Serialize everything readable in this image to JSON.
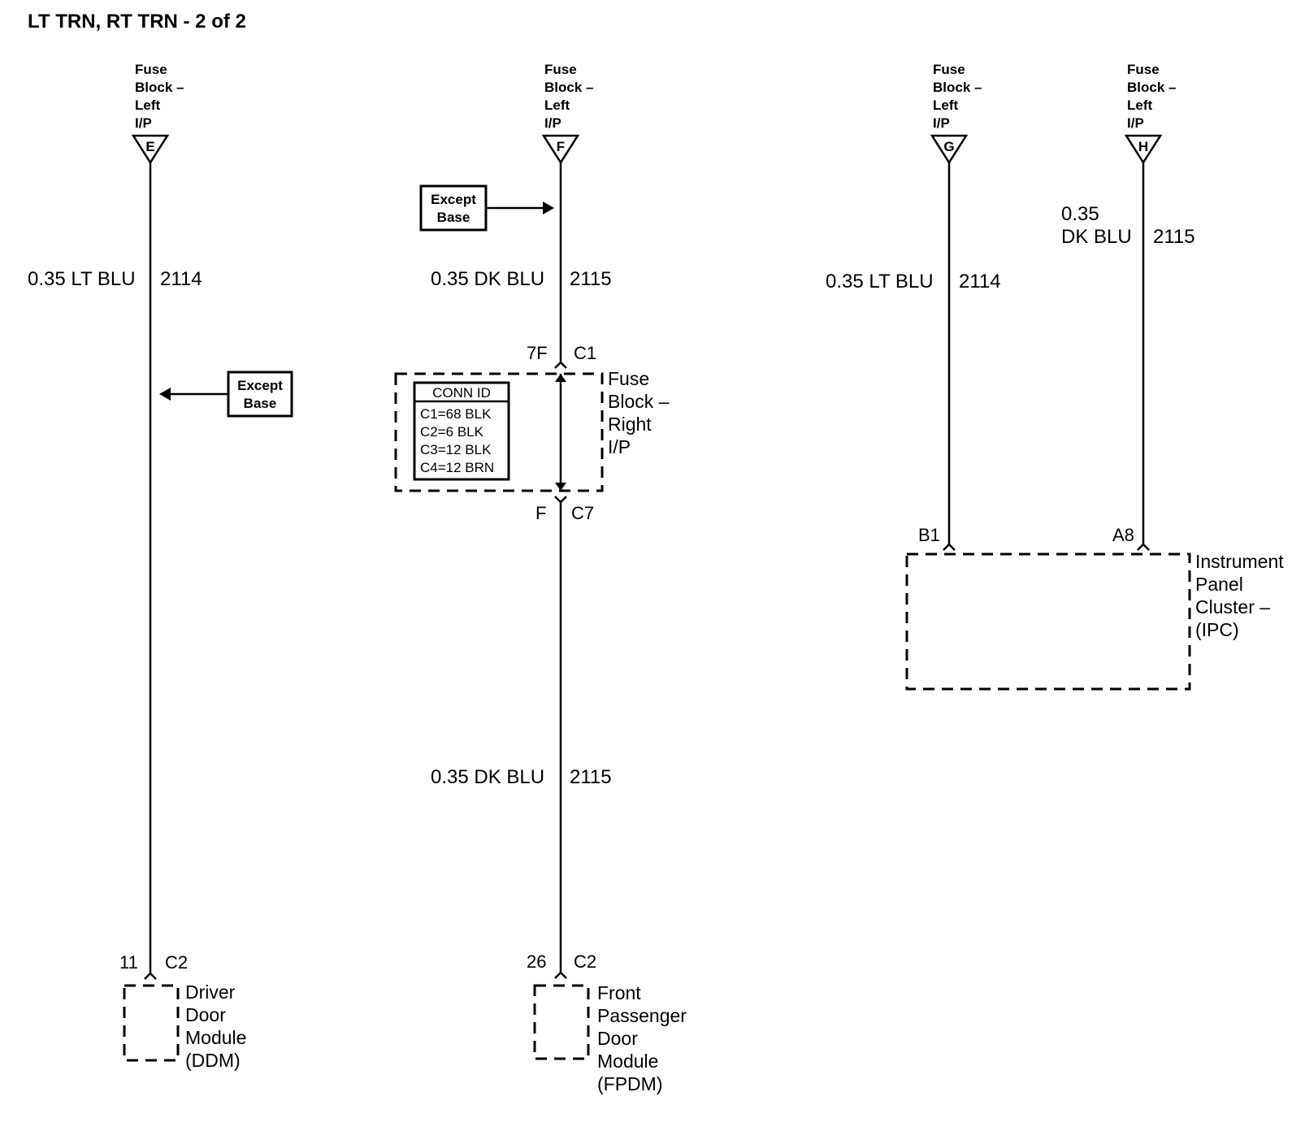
{
  "title": "LT TRN, RT TRN - 2 of 2",
  "fuse_sources": [
    {
      "lines": [
        "Fuse",
        "Block –",
        "Left",
        "I/P"
      ],
      "letter": "E"
    },
    {
      "lines": [
        "Fuse",
        "Block –",
        "Left",
        "I/P"
      ],
      "letter": "F"
    },
    {
      "lines": [
        "Fuse",
        "Block –",
        "Left",
        "I/P"
      ],
      "letter": "G"
    },
    {
      "lines": [
        "Fuse",
        "Block –",
        "Left",
        "I/P"
      ],
      "letter": "H"
    }
  ],
  "except_notes": [
    {
      "lines": [
        "Except",
        "Base"
      ]
    },
    {
      "lines": [
        "Except",
        "Base"
      ]
    }
  ],
  "wires": [
    {
      "label": "0.35 LT BLU",
      "circuit": "2114"
    },
    {
      "label": "0.35 DK BLU",
      "circuit": "2115"
    },
    {
      "label": "0.35 DK BLU",
      "circuit": "2115"
    },
    {
      "label": "0.35 LT BLU",
      "circuit": "2114"
    },
    {
      "label_lines": [
        "0.35",
        "DK BLU"
      ],
      "circuit": "2115"
    }
  ],
  "connectors": {
    "fb_top": {
      "pin": "7F",
      "conn": "C1"
    },
    "fb_bottom": {
      "pin": "F",
      "conn": "C7"
    },
    "ddm": {
      "pin": "11",
      "conn": "C2"
    },
    "fpdm": {
      "pin": "26",
      "conn": "C2"
    },
    "ipc_b": {
      "pin": "B1"
    },
    "ipc_a": {
      "pin": "A8"
    }
  },
  "conn_id_table": {
    "header": "CONN ID",
    "rows": [
      "C1=68 BLK",
      "C2=6 BLK",
      "C3=12 BLK",
      "C4=12 BRN"
    ]
  },
  "components": {
    "fuse_block_right": [
      "Fuse",
      "Block –",
      "Right",
      "I/P"
    ],
    "ipc": [
      "Instrument",
      "Panel",
      "Cluster –",
      "(IPC)"
    ],
    "ddm": [
      "Driver",
      "Door",
      "Module",
      "(DDM)"
    ],
    "fpdm": [
      "Front",
      "Passenger",
      "Door",
      "Module",
      "(FPDM)"
    ]
  }
}
